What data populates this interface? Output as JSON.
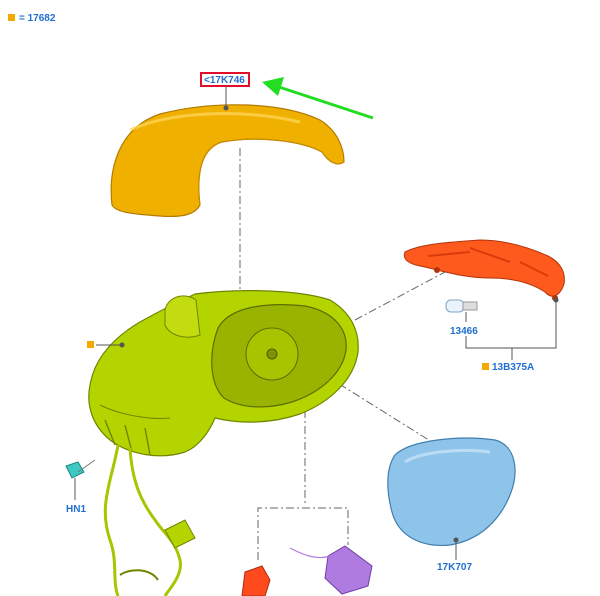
{
  "legend": {
    "swatch_color": "#f5a800",
    "label": "= 17682"
  },
  "callouts": {
    "mirror_cap": "<17K746",
    "bulb": "13466",
    "lamp_assembly": "13B375A",
    "connector": "HN1",
    "mirror_glass": "17K707"
  },
  "colors": {
    "label_blue": "#1f6fd1",
    "highlight_red": "#e0102a",
    "arrow_green": "#22dd22",
    "cap_orange": "#f0b000",
    "housing_green": "#b4d400",
    "lamp_red": "#ff5a1e",
    "glass_blue": "#8fc4ea",
    "clip_purple": "#b07be0",
    "leader_gray": "#555555"
  }
}
